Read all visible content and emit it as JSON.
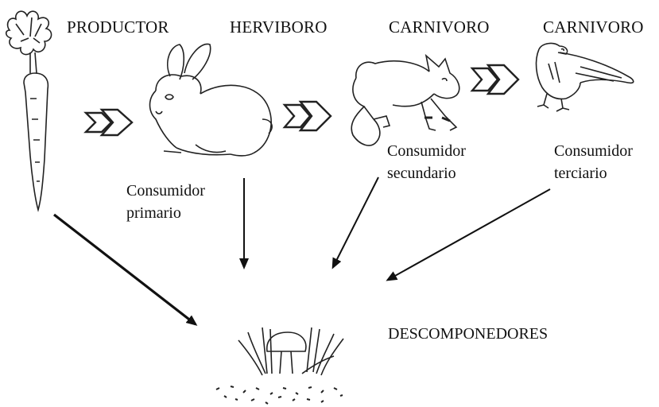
{
  "diagram": {
    "levels": {
      "productor": "PRODUCTOR",
      "herbivoro": "HERVIBORO",
      "carnivoro_1": "CARNIVORO",
      "carnivoro_2": "CARNIVORO"
    },
    "roles": {
      "primario": [
        "Consumidor",
        "primario"
      ],
      "secundario": [
        "Consumidor",
        "secundario"
      ],
      "terciario": [
        "Consumidor",
        "terciario"
      ]
    },
    "descomponedores": "DESCOMPONEDORES"
  },
  "colors": {
    "ink": "#111111",
    "background": "#ffffff"
  },
  "icons": [
    "carrot-icon",
    "rabbit-icon",
    "fox-icon",
    "eagle-icon",
    "mushroom-icon",
    "double-arrow-icon"
  ]
}
